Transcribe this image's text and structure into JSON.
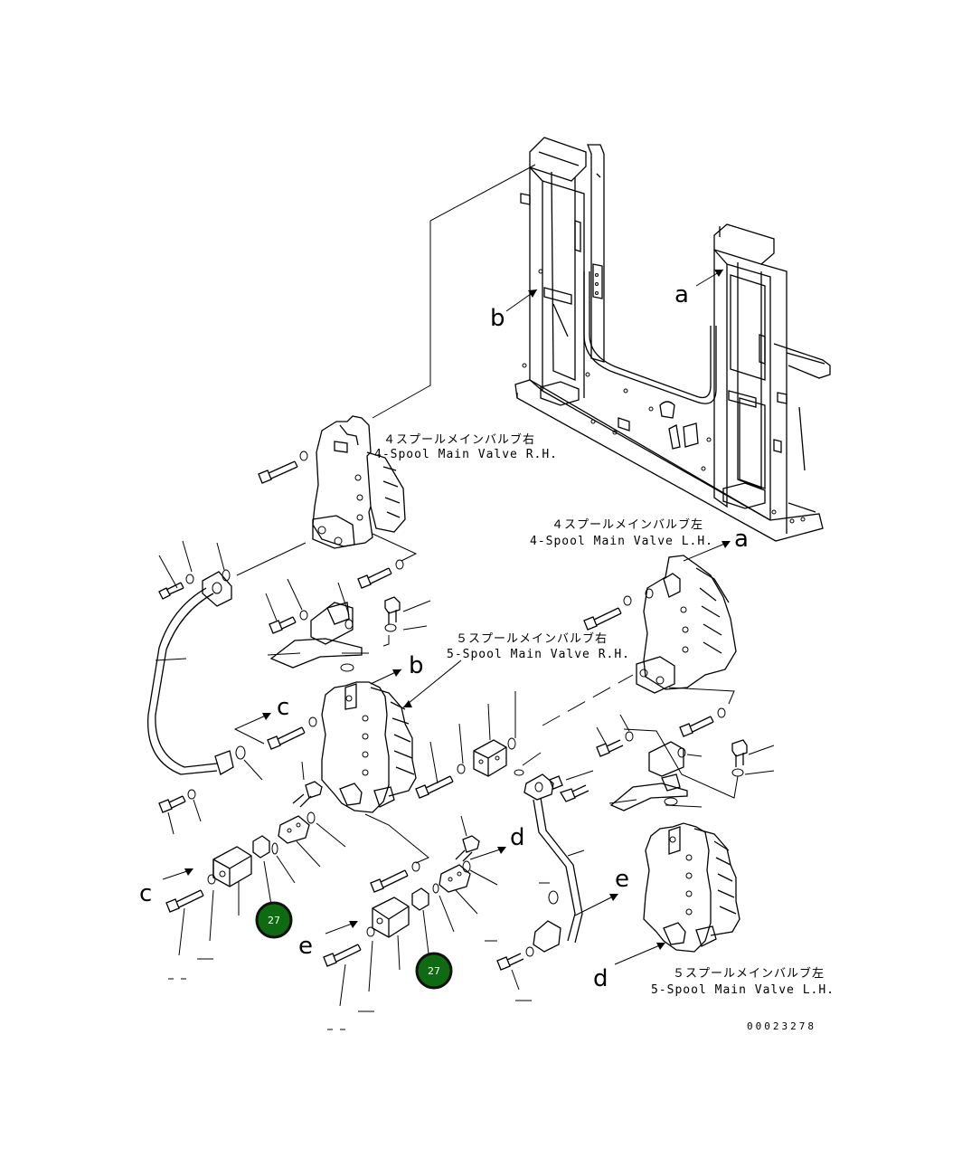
{
  "labels": {
    "valve_4rh_jp": "４スプールメインバルブ右",
    "valve_4rh_en": "4-Spool Main Valve R.H.",
    "valve_4lh_jp": "４スプールメインバルブ左",
    "valve_4lh_en": "4-Spool Main Valve L.H.",
    "valve_5rh_jp": "５スプールメインバルブ右",
    "valve_5rh_en": "5-Spool Main Valve R.H.",
    "valve_5lh_jp": "５スプールメインバルブ左",
    "valve_5lh_en": "5-Spool Main Valve L.H."
  },
  "letters": {
    "a_frame": "a",
    "a_valve": "a",
    "b_frame": "b",
    "b_valve": "b",
    "c_upper": "c",
    "c_lower": "c",
    "d_upper": "d",
    "d_lower": "d",
    "e_upper": "e",
    "e_lower": "e"
  },
  "callouts": {
    "first": "27",
    "second": "27"
  },
  "drawing_number": "00023278",
  "colors": {
    "callout_fill": "#0e6b12",
    "callout_text": "#ffffff",
    "line": "#000000"
  }
}
